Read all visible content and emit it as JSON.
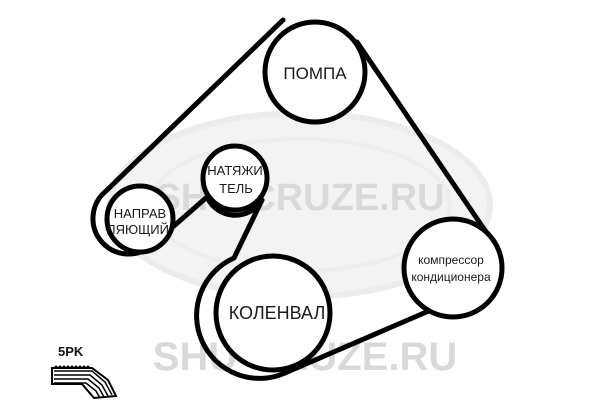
{
  "labels": {
    "pump": "ПОМПА",
    "tensioner_line1": "НАТЯЖИ",
    "tensioner_line2": "ТЕЛЬ",
    "idler_line1": "НАПРАВ",
    "idler_line2": "ЛЯЮЩИЙ",
    "crankshaft": "КОЛЕНВАЛ",
    "ac_line1": "компрессор",
    "ac_line2": "кондиционера"
  },
  "belt_type": "5PK",
  "watermark": {
    "center": "SHU-CRUZE.RU",
    "bottom": "SHU-CRUZE.RU"
  }
}
